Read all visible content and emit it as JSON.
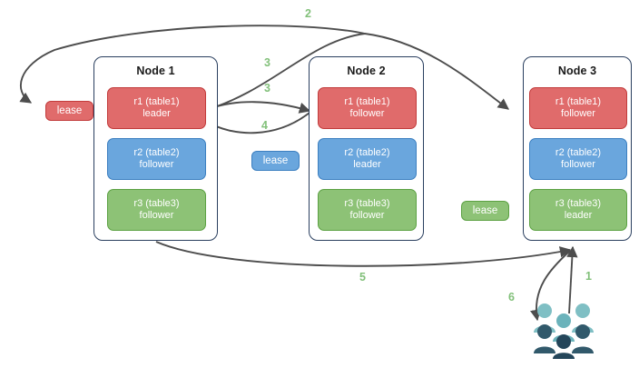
{
  "diagram": {
    "title": "Multi-node replica lease / leader routing diagram",
    "colors": {
      "replica_red_fill": "#e06b6b",
      "replica_red_stroke": "#c23b3b",
      "replica_blue_fill": "#6aa6dd",
      "replica_blue_stroke": "#3c7fc0",
      "replica_green_fill": "#8dc276",
      "replica_green_stroke": "#5ca143",
      "node_border": "#2a3f5f",
      "edge_stroke": "#4d4d4d",
      "label_green": "#82c07a",
      "people_light": "#7fbfc4",
      "people_dark": "#31596b",
      "background": "#ffffff"
    },
    "nodes": [
      {
        "id": "node1",
        "title": "Node 1",
        "replicas": [
          {
            "id": "n1-r1",
            "name": "r1 (table1)",
            "role": "leader",
            "color": "red"
          },
          {
            "id": "n1-r2",
            "name": "r2 (table2)",
            "role": "follower",
            "color": "blue"
          },
          {
            "id": "n1-r3",
            "name": "r3 (table3)",
            "role": "follower",
            "color": "green"
          }
        ]
      },
      {
        "id": "node2",
        "title": "Node 2",
        "replicas": [
          {
            "id": "n2-r1",
            "name": "r1 (table1)",
            "role": "follower",
            "color": "red"
          },
          {
            "id": "n2-r2",
            "name": "r2 (table2)",
            "role": "leader",
            "color": "blue"
          },
          {
            "id": "n2-r3",
            "name": "r3 (table3)",
            "role": "follower",
            "color": "green"
          }
        ]
      },
      {
        "id": "node3",
        "title": "Node 3",
        "replicas": [
          {
            "id": "n3-r1",
            "name": "r1 (table1)",
            "role": "follower",
            "color": "red"
          },
          {
            "id": "n3-r2",
            "name": "r2 (table2)",
            "role": "follower",
            "color": "blue"
          },
          {
            "id": "n3-r3",
            "name": "r3 (table3)",
            "role": "leader",
            "color": "green"
          }
        ]
      }
    ],
    "leases": [
      {
        "id": "lease-left",
        "label": "lease",
        "color": "red"
      },
      {
        "id": "lease-middle",
        "label": "lease",
        "color": "blue"
      },
      {
        "id": "lease-right",
        "label": "lease",
        "color": "green"
      }
    ],
    "edge_labels": [
      {
        "id": "label-1",
        "text": "1",
        "from": "clients",
        "to": "node3"
      },
      {
        "id": "label-2",
        "text": "2",
        "from": "node3",
        "to": "lease-left"
      },
      {
        "id": "label-3a",
        "text": "3",
        "from": "node1-r1",
        "to": "node3-r1"
      },
      {
        "id": "label-3b",
        "text": "3",
        "from": "node1-r1",
        "to": "node2-r1"
      },
      {
        "id": "label-4",
        "text": "4",
        "from": "node2-r1",
        "to": "node1-r1"
      },
      {
        "id": "label-5",
        "text": "5",
        "from": "node1",
        "to": "node3"
      },
      {
        "id": "label-6",
        "text": "6",
        "from": "node3",
        "to": "clients"
      }
    ],
    "clients": {
      "id": "clients-icon",
      "icon": "people-group-icon",
      "count_back_row": 3,
      "count_front_row": 3
    }
  }
}
